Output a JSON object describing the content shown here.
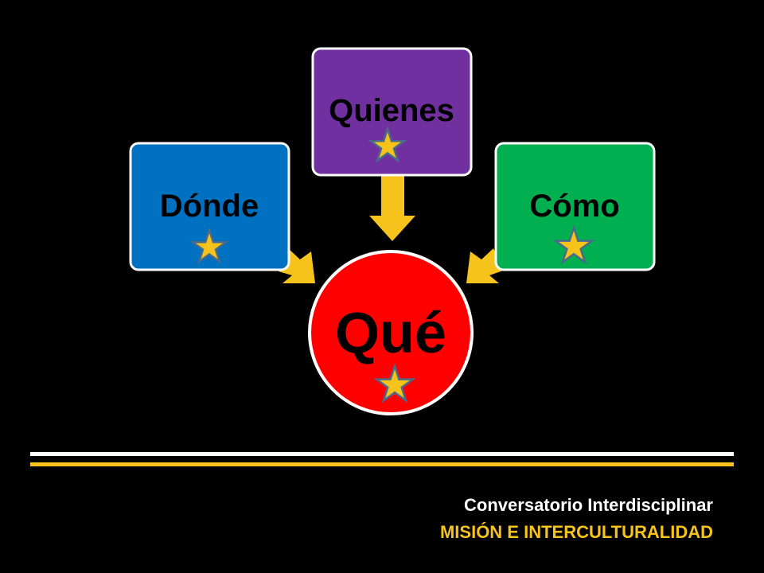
{
  "colors": {
    "background": "#000000",
    "arrow": "#f6c21c",
    "star_fill": "#f6c21c",
    "star_stroke": "#4a6a8a",
    "rule_white": "#ffffff",
    "rule_yellow": "#f6c21c"
  },
  "diagram": {
    "center": {
      "label": "Qué",
      "color": "#ff0000",
      "icon": "star-icon"
    },
    "nodes": [
      {
        "id": "donde",
        "label": "Dónde",
        "color": "#0070c0",
        "icon": "star-icon"
      },
      {
        "id": "quienes",
        "label": "Quienes",
        "color": "#7030a0",
        "icon": "star-icon"
      },
      {
        "id": "como",
        "label": "Cómo",
        "color": "#00b050",
        "icon": "star-icon"
      }
    ]
  },
  "footer": {
    "title": "Conversatorio Interdisciplinar",
    "subtitle": "MISIÓN E INTERCULTURALIDAD"
  }
}
